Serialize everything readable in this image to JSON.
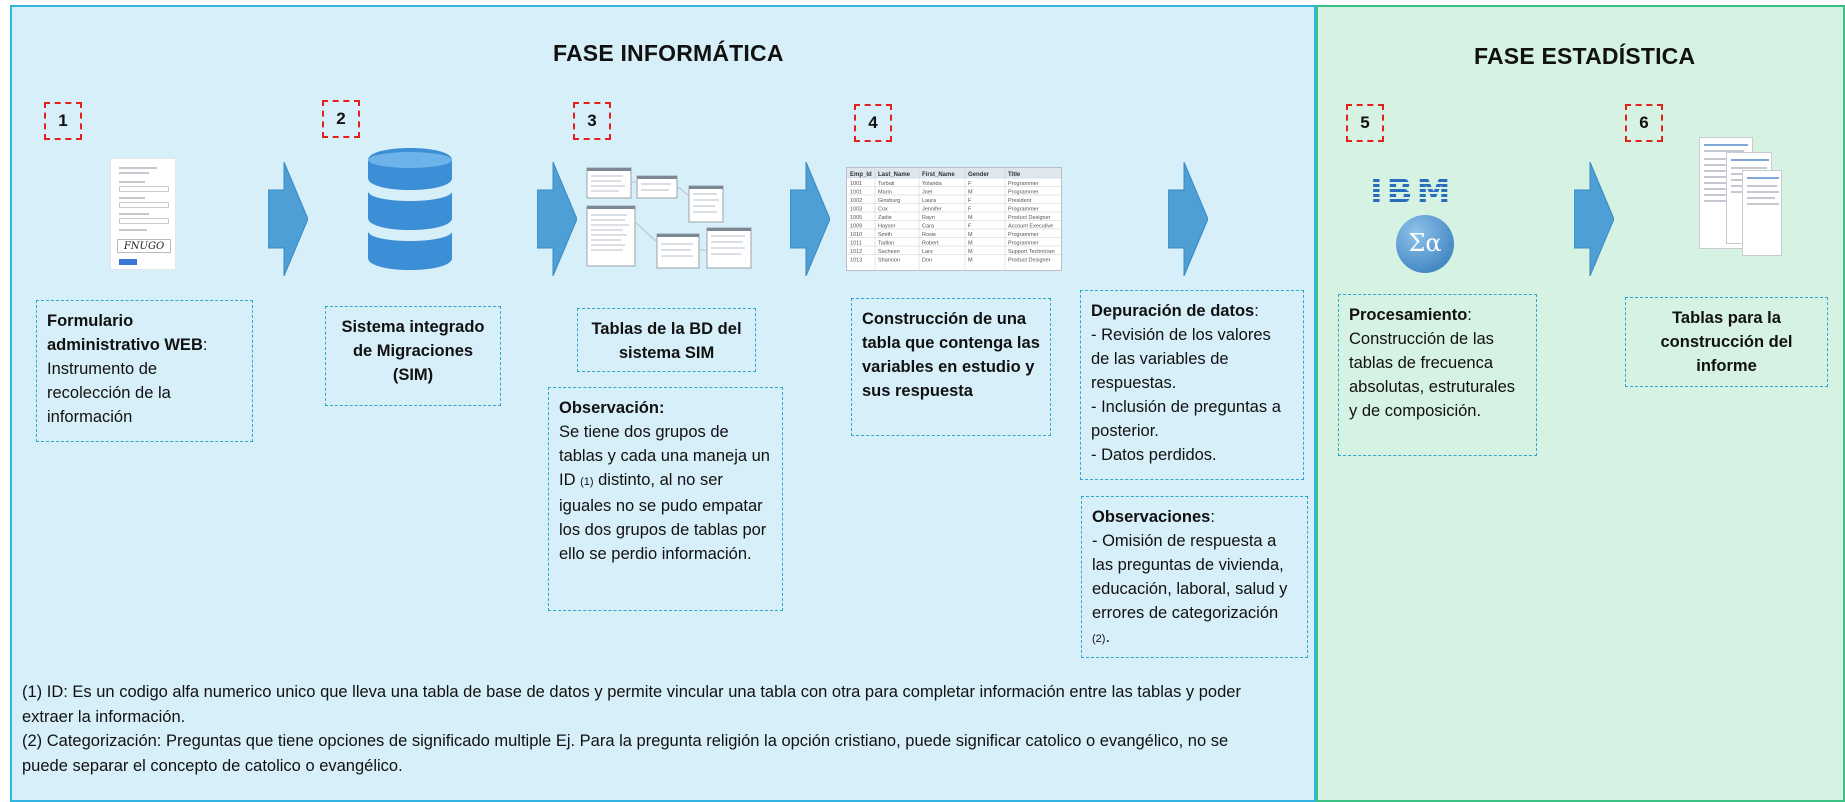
{
  "phases": {
    "informatica": "FASE INFORMÁTICA",
    "estadistica": "FASE ESTADÍSTICA"
  },
  "steps": [
    {
      "num": "1",
      "title": "Formulario administrativo WEB",
      "sep": ":",
      "body": " Instrumento de recolección de la información"
    },
    {
      "num": "2",
      "title": "Sistema integrado de Migraciones (SIM)"
    },
    {
      "num": "3",
      "title": "Tablas de la BD del sistema SIM"
    },
    {
      "num": "4",
      "title": "Construcción de una tabla que contenga las variables en estudio y sus respuesta"
    },
    {
      "num": "5",
      "title": "Procesamiento",
      "sep": ":",
      "body": "Construcción de las tablas de frecuenca absolutas, estruturales y de composición."
    },
    {
      "num": "6",
      "title": "Tablas para la construcción del informe"
    }
  ],
  "observacion3": {
    "title": "Observación:",
    "body": "Se tiene dos grupos de tablas y cada una maneja un ID",
    "ref": "(1)",
    "body2": " distinto, al no ser iguales no se pudo empatar los dos grupos de tablas por ello se perdio información."
  },
  "depuracion": {
    "title": "Depuración de datos",
    "sep": ":",
    "lines": [
      "- Revisión de los valores de las variables de respuestas.",
      "- Inclusión de preguntas a posterior.",
      "- Datos perdidos."
    ]
  },
  "observaciones": {
    "title": "Observaciones",
    "sep": ":",
    "body": "- Omisión de respuesta a las preguntas de vivienda, educación, laboral, salud y errores de categorización",
    "ref": "(2)",
    "end": "."
  },
  "footnotes": [
    "(1) ID: Es un codigo alfa numerico unico que lleva una tabla de base de datos y permite vincular una tabla con otra para  completar información entre las tablas y poder extraer la información.",
    "(2) Categorización: Preguntas que tiene opciones de significado multiple Ej. Para la pregunta religión la opción cristiano, puede significar catolico o evangélico, no se puede separar el concepto de catolico o evangélico."
  ],
  "thumb_form": {
    "captcha": "FNUGO"
  },
  "thumb_table": {
    "headers": [
      "Emp_Id",
      "Last_Name",
      "First_Name",
      "Gender",
      "Title"
    ],
    "rows": [
      [
        "1001",
        "Torbati",
        "Yolanda",
        "F",
        "Programmer"
      ],
      [
        "1001",
        "Marin",
        "Joel",
        "M",
        "Programmer"
      ],
      [
        "1002",
        "Ginsburg",
        "Laura",
        "F",
        "President"
      ],
      [
        "1003",
        "Cox",
        "Jennifer",
        "F",
        "Programmer"
      ],
      [
        "1005",
        "Zadie",
        "Rayn",
        "M",
        "Product Designer"
      ],
      [
        "1009",
        "Hayser",
        "Cara",
        "F",
        "Account Executive"
      ],
      [
        "1010",
        "Smith",
        "Rosie",
        "M",
        "Programmer"
      ],
      [
        "1011",
        "Tadlon",
        "Robert",
        "M",
        "Programmer"
      ],
      [
        "1012",
        "Sacheen",
        "Lars",
        "M",
        "Support Technician"
      ],
      [
        "1013",
        "Shannon",
        "Don",
        "M",
        "Product Designer"
      ]
    ]
  },
  "ibm_logo": "IBM",
  "spss_symbol": "Σα",
  "colors": {
    "info_bg": "#d7eff9",
    "info_border": "#33b3df",
    "stat_bg": "#d5f2e3",
    "stat_border": "#3bbf83",
    "step_border": "#e2211c",
    "arrow": "#4d9fd5",
    "db_blue": "#3c8fd6"
  }
}
